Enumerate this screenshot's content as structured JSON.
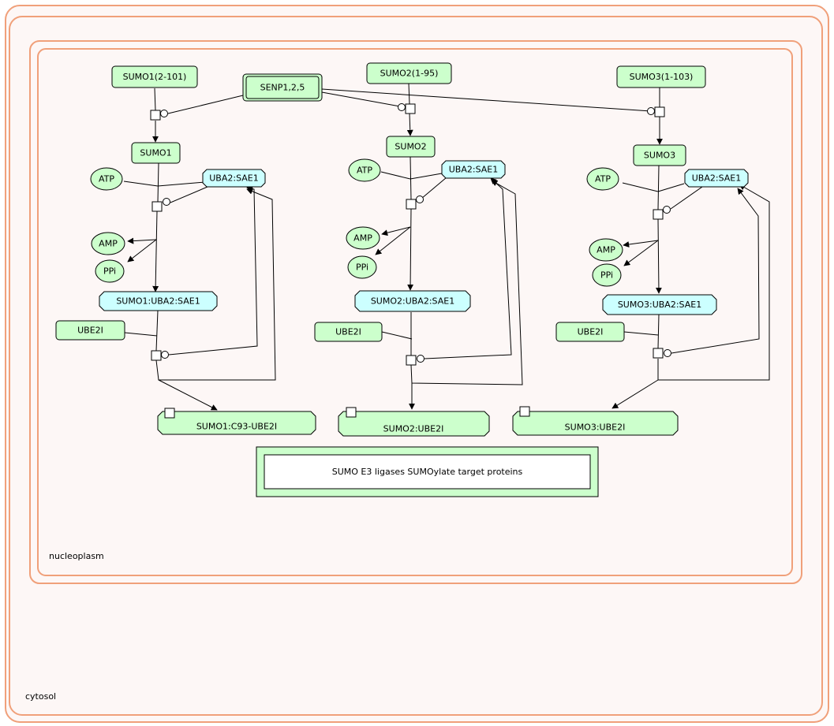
{
  "colors": {
    "compartment_border": "#f0a07a",
    "compartment_fill": "#fdf7f6",
    "protein_fill": "#ccffcc",
    "complex_fill": "#ccffff",
    "molecule_fill": "#ccffcc",
    "pathway_fill": "#ccffcc",
    "edge": "#000000"
  },
  "compartments": {
    "cytosol": "cytosol",
    "nucleoplasm": "nucleoplasm"
  },
  "entities": {
    "sumo1_precursor": "SUMO1(2-101)",
    "sumo2_precursor": "SUMO2(1-95)",
    "sumo3_precursor": "SUMO3(1-103)",
    "senp": "SENP1,2,5",
    "sumo1": "SUMO1",
    "sumo2": "SUMO2",
    "sumo3": "SUMO3",
    "atp": "ATP",
    "amp": "AMP",
    "ppi": "PPi",
    "uba2_sae1": "UBA2:SAE1",
    "sumo1_uba2_sae1": "SUMO1:UBA2:SAE1",
    "sumo2_uba2_sae1": "SUMO2:UBA2:SAE1",
    "sumo3_uba2_sae1": "SUMO3:UBA2:SAE1",
    "ube2i": "UBE2I",
    "sumo1_ube2i": "SUMO1:C93-UBE2I",
    "sumo2_ube2i": "SUMO2:UBE2I",
    "sumo3_ube2i": "SUMO3:UBE2I"
  },
  "pathway_link": "SUMO E3 ligases SUMOylate target proteins"
}
